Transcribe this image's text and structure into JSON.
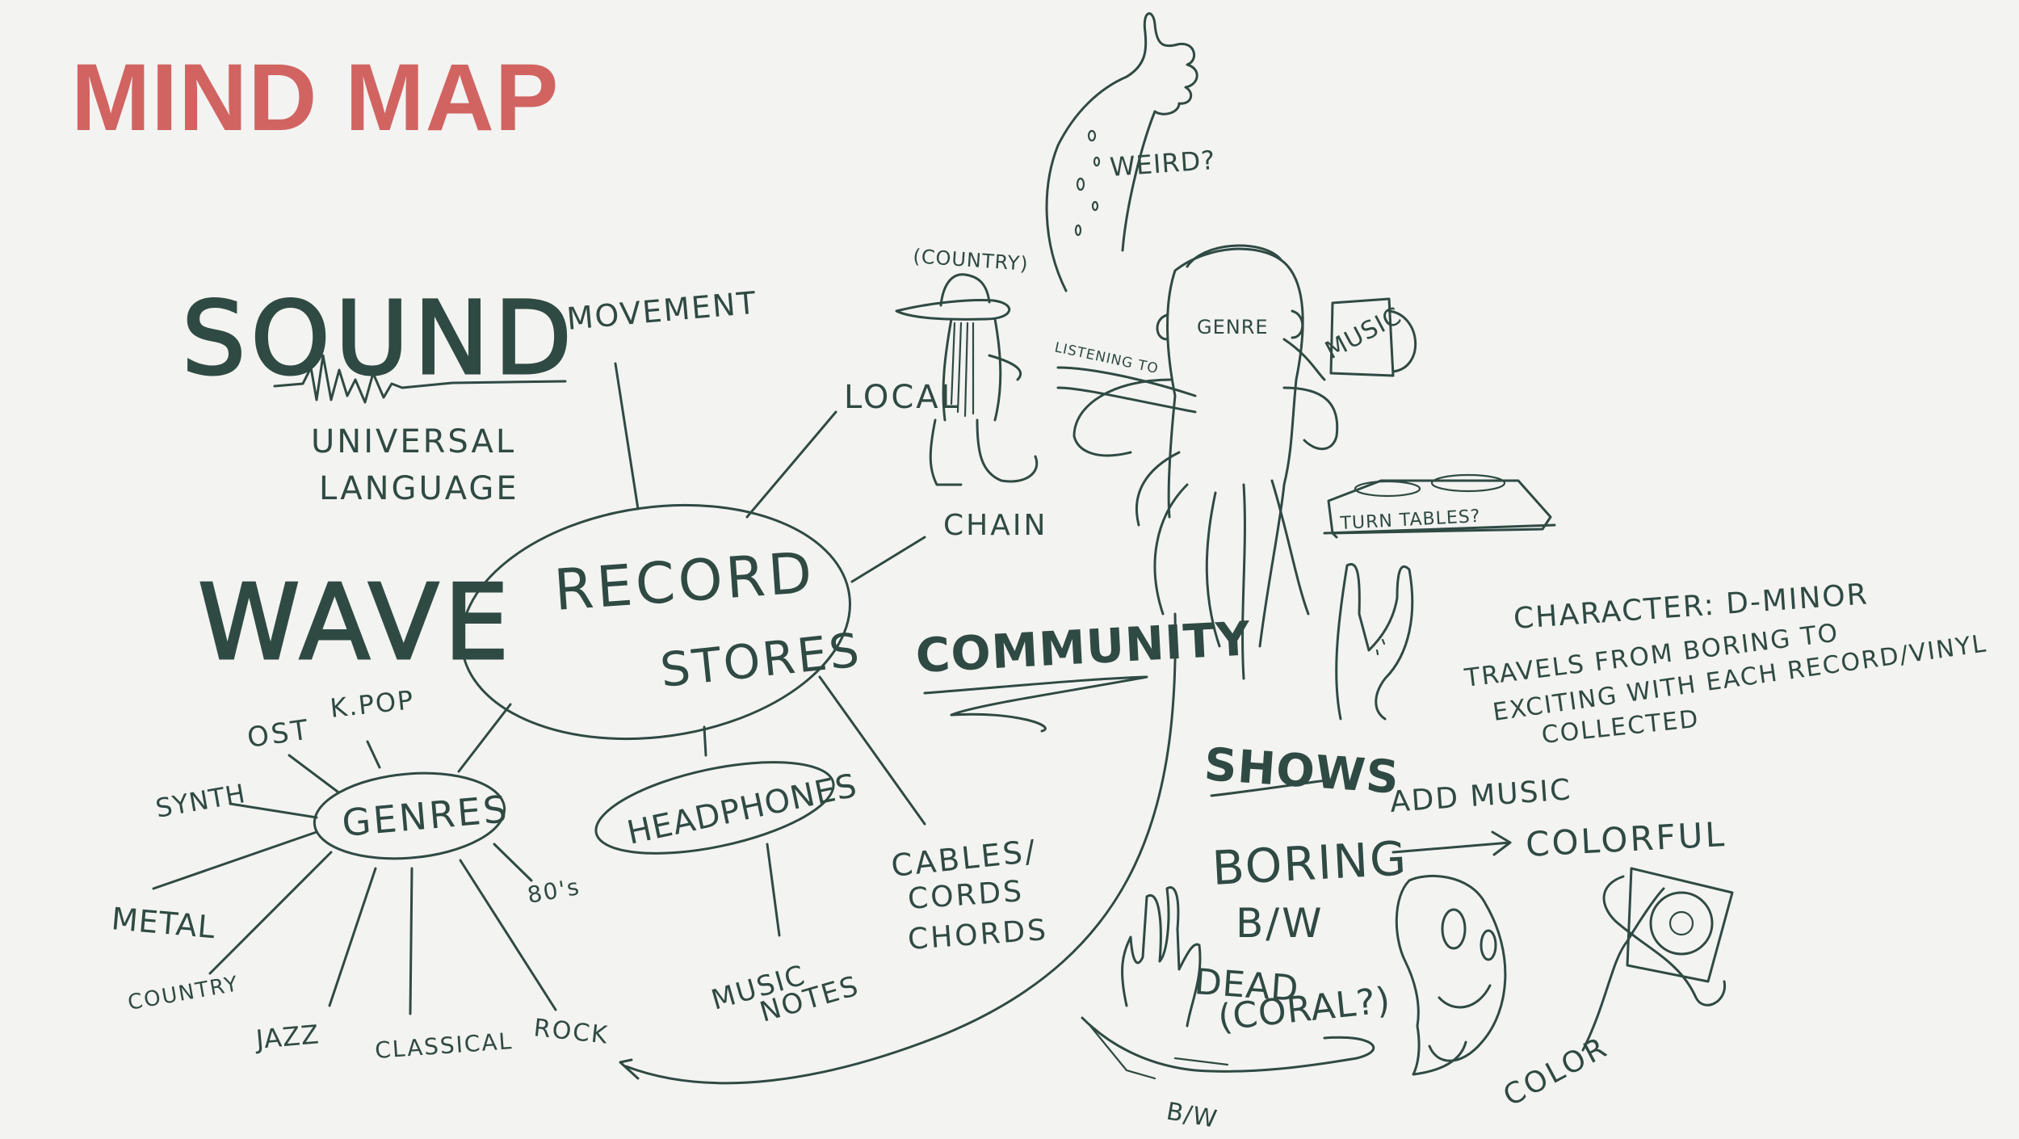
{
  "title": "MIND MAP",
  "colors": {
    "title": "#d16461",
    "ink": "#2f4a42",
    "background": "#f3f3f2"
  },
  "center": {
    "line1": "RECORD",
    "line2": "STORES"
  },
  "branches": {
    "movement": "MOVEMENT",
    "local": "LOCAL",
    "chain": "CHAIN",
    "headphones": "HEADPHONES",
    "cables_1": "CABLES/",
    "cables_2": "CORDS",
    "cables_3": "CHORDS",
    "music_notes_1": "MUSIC",
    "music_notes_2": "NOTES"
  },
  "genres": {
    "label": "GENRES",
    "items": [
      "OST",
      "K.POP",
      "SYNTH",
      "METAL",
      "COUNTRY",
      "JAZZ",
      "CLASSICAL",
      "ROCK",
      "80's"
    ]
  },
  "sound": {
    "word": "SOUND",
    "sub1": "UNIVERSAL",
    "sub2": "LANGUAGE"
  },
  "wave": "WAVE",
  "community": "COMMUNITY",
  "shows": "SHOWS",
  "octopus": {
    "head_label": "GENRE",
    "record_label": "MUSIC",
    "listening": "LISTENING TO",
    "turntables": "TURN TABLES?",
    "weird": "WEIRD?",
    "country_tag": "(COUNTRY)"
  },
  "character": {
    "line1": "CHARACTER: D-MINOR",
    "line2": "TRAVELS FROM BORING TO",
    "line3": "EXCITING WITH EACH RECORD/VINYL",
    "line4": "COLLECTED"
  },
  "transformation": {
    "add_music": "ADD MUSIC",
    "boring": "BORING",
    "bw": "B/W",
    "colorful": "COLORFUL",
    "dead1": "DEAD",
    "dead2": "(CORAL?)",
    "color": "COLOR",
    "bw_bottom": "B/W"
  }
}
